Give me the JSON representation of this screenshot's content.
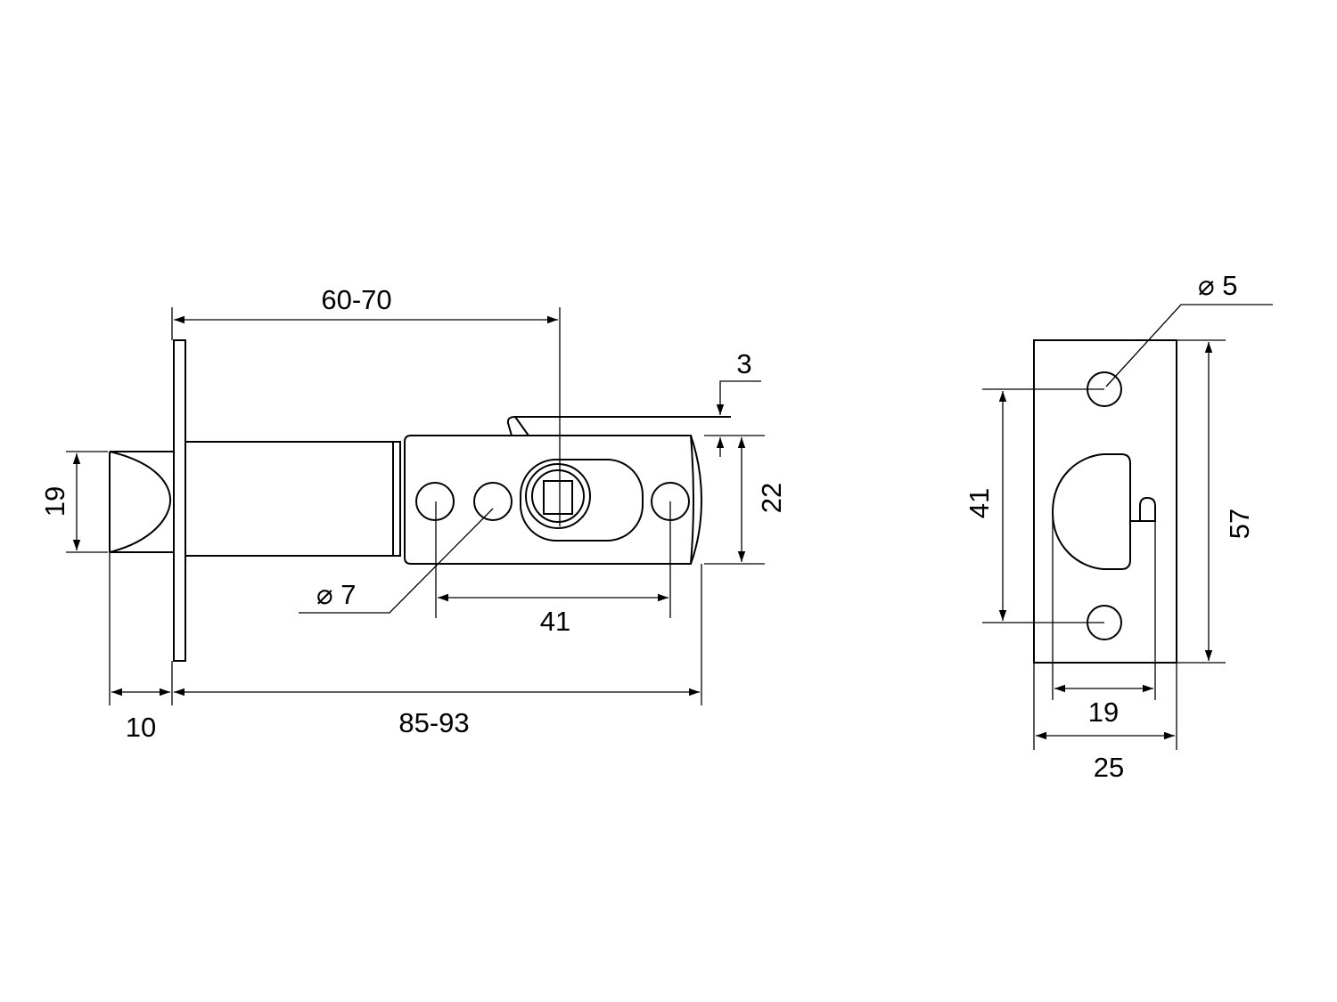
{
  "diagram": {
    "latch_view": {
      "labels": {
        "backset": "60-70",
        "offset": "3",
        "bolt_height": "19",
        "case_height": "22",
        "hole_diameter": "⌀ 7",
        "hole_spacing": "41",
        "bolt_projection": "10",
        "overall_length": "85-93"
      }
    },
    "strike_plate_view": {
      "labels": {
        "hole_diameter": "⌀ 5",
        "hole_spacing": "41",
        "plate_height": "57",
        "opening_width": "19",
        "plate_width": "25"
      }
    }
  }
}
